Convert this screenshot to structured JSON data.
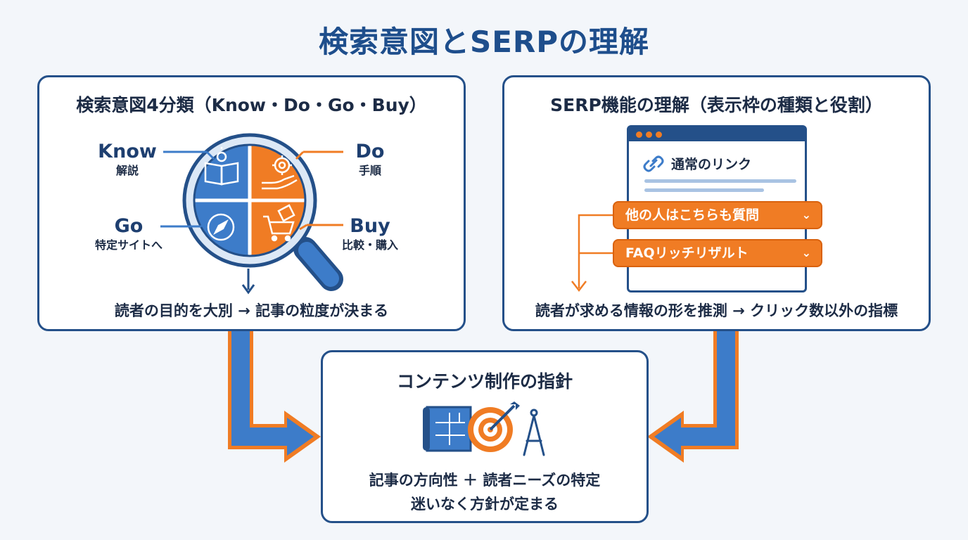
{
  "title": "検索意図とSERPの理解",
  "intent_panel": {
    "title": "検索意図4分類（Know・Do・Go・Buy）",
    "quadrants": [
      {
        "name": "Know",
        "sub": "解説"
      },
      {
        "name": "Do",
        "sub": "手順"
      },
      {
        "name": "Go",
        "sub": "特定サイトへ"
      },
      {
        "name": "Buy",
        "sub": "比較・購入"
      }
    ],
    "footer": "読者の目的を大別 → 記事の粒度が決まる"
  },
  "serp_panel": {
    "title": "SERP機能の理解（表示枠の種類と役割）",
    "link_label": "通常のリンク",
    "accordions": [
      "他の人はこちらも質問",
      "FAQリッチリザルト"
    ],
    "footer": "読者が求める情報の形を推測 → クリック数以外の指標"
  },
  "content_panel": {
    "title": "コンテンツ制作の指針",
    "line1": "記事の方向性 ＋ 読者ニーズの特定",
    "line2": "迷いなく方針が定まる"
  },
  "colors": {
    "navy": "#245089",
    "orange": "#f07c24",
    "blue": "#3d7cc9"
  }
}
